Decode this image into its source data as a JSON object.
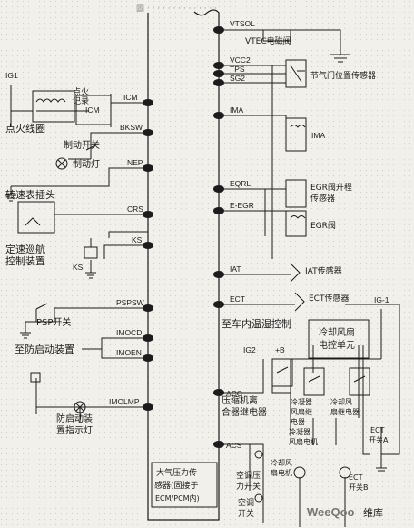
{
  "signals": {
    "vtsol": "VTSOL",
    "vcc2": "VCC2",
    "tps": "TPS",
    "sg2": "SG2",
    "icm": "ICM",
    "bksw": "BKSW",
    "ima": "IMA",
    "nep": "NEP",
    "eqrl": "EQRL",
    "e_egr": "E-EGR",
    "crs": "CRS",
    "ks": "KS",
    "iat": "IAT",
    "pspsw": "PSPSW",
    "ect": "ECT",
    "imocd": "IMOCD",
    "imoen": "IMOEN",
    "imolmp": "IMOLMP",
    "acc": "ACC",
    "acs": "ACS",
    "ig1": "IG1",
    "ig2": "IG2",
    "ig1b": "IG-1",
    "plus_b": "+B",
    "icm_box": "ICM",
    "ks_sensor": "KS",
    "ima_box": "IMA"
  },
  "labels": {
    "vtec_valve": "VTEC电磁阀",
    "throttle_sensor": "节气门位置传感器",
    "ignition_coil": "点火线圈",
    "brake_switch": "制动开关",
    "brake_lamp": "制动灯",
    "tach_plug": "转速表插头",
    "egr_lift_1": "EGR阀升程",
    "egr_lift_2": "传感器",
    "egr_valve": "EGR阀",
    "cruise_1": "定速巡航",
    "cruise_2": "控制装置",
    "iat_sensor": "IAT传感器",
    "ect_sensor": "ECT传感器",
    "psp_switch": "PSP开关",
    "climate_control": "至车内温湿控制",
    "fan_ctrl_1": "冷却风扇",
    "fan_ctrl_2": "电控单元",
    "immobilizer": "至防启动装置",
    "comp_relay_1": "压缩机离",
    "comp_relay_2": "合器继电器",
    "cond_relay_1": "冷凝器",
    "cond_relay_2": "风扇继",
    "cond_relay_3": "电器",
    "cool_relay_1": "冷却风",
    "cool_relay_2": "扇继电器",
    "ect_switch_a_1": "ECT",
    "ect_switch_a_2": "开关A",
    "immo_lamp_1": "防启动装",
    "immo_lamp_2": "置指示灯",
    "cond_motor_1": "冷凝器",
    "cond_motor_2": "风扇电机",
    "cool_motor_1": "冷却风",
    "cool_motor_2": "扇电机",
    "ecu_1": "大气压力传",
    "ecu_2": "感器(固接于",
    "ecu_3": "ECM/PCM内)",
    "ect_switch_b_1": "ECT",
    "ect_switch_b_2": "开关B",
    "ac_pressure_1": "空调压",
    "ac_pressure_2": "力开关",
    "ac_switch_1": "空调",
    "ac_switch_2": "开关",
    "igniter_1": "点火",
    "igniter_2": "记录"
  },
  "watermark": {
    "brand": "WeeQoo",
    "suffix": "维库"
  }
}
